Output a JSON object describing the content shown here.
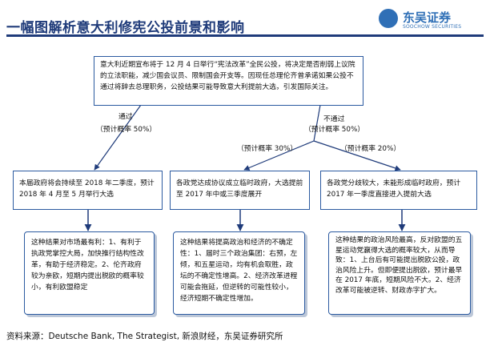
{
  "header": {
    "title": "一幅图解析意大利修宪公投前景和影响",
    "logo_text": "东吴证券",
    "logo_sub": "SOOCHOW SECURITIES"
  },
  "root": {
    "text": "意大利近期宣布将于 12 月 4 日举行“宪法改革”全民公投，将决定是否削弱上议院的立法职能，减少国会议员、限制国会开支等。因现任总理伦齐曾承诺如果公投不通过将辞去总理职务，公投结果可能导致意大利提前大选，引发国际关注。"
  },
  "branches": {
    "pass_label": "通过",
    "pass_prob": "（预计概率 50%）",
    "fail_label": "不通过",
    "fail_prob": "（预计概率 50%）",
    "sub1_prob": "（预计概率 30%）",
    "sub2_prob": "（预计概率 20%）"
  },
  "scenarios": [
    {
      "text": "本届政府将会持续至 2018 年二季度，预计 2018 年 4 月至 5 月举行大选"
    },
    {
      "text": "各政党达成协议成立临时政府，大选提前至 2017 年中或三季度展开"
    },
    {
      "text": "各政党分歧较大，未能形成临时政府，预计 2017 年一季度直接进入提前大选"
    }
  ],
  "impacts": [
    {
      "text": "这种结果对市场最有利：1、有利于执政党掌控大局，加快推行结构性改革，有助于经济稳定。2、伦齐政府较为亲欧，短期内提出脱欧的概率较小，有利欧盟稳定"
    },
    {
      "text": "这种结果将提高政治和经济的不确定性：1、届时三个政治集团：右预，左倾，和五星运动，均有机会取胜，政坛的不确定性增高。2、经济改革进程可能会拖延，但逆转的可能性较小，经济短期不确定性增加。"
    },
    {
      "text": "这种结果的政治风险最高，反对欧盟的五星运动党赢得大选的概率较大，从而导致：1、上台后有可能提出脱欧公投，政治风险上升。但即便提出脱欧，预计最早在 2017 年底，短期风险不大。2、经济改革可能被逆转、财政赤字扩大。"
    }
  ],
  "footer": {
    "source": "资料来源：Deutsche Bank, The Strategist, 新浪财经，东吴证券研究所"
  }
}
